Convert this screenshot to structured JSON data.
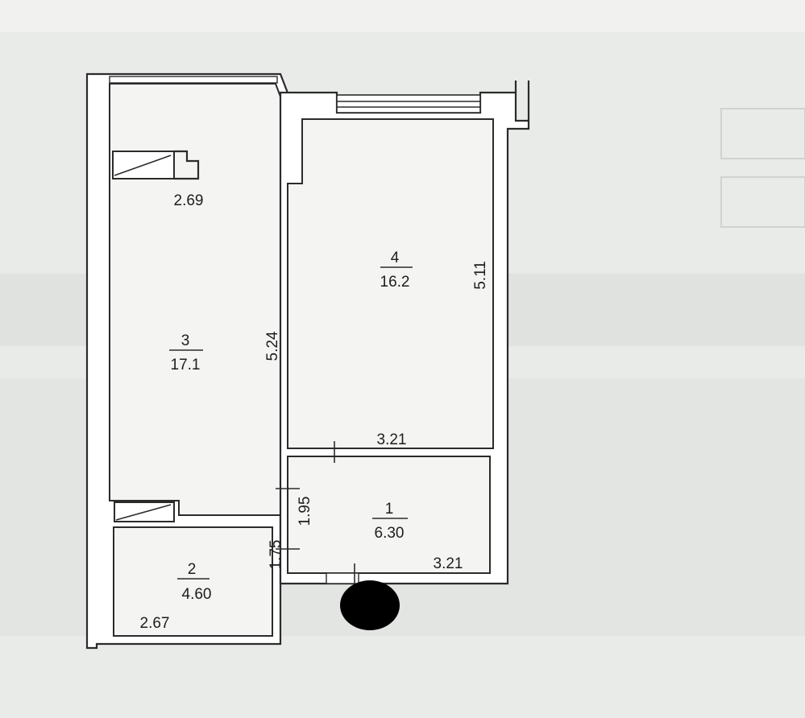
{
  "rooms": [
    {
      "number": "1",
      "area": "6.30"
    },
    {
      "number": "2",
      "area": "4.60"
    },
    {
      "number": "3",
      "area": "17.1"
    },
    {
      "number": "4",
      "area": "16.2"
    }
  ],
  "dimensions": {
    "room3_width": "2.69",
    "room3_height": "5.24",
    "room4_height": "5.11",
    "room4_width": "3.21",
    "room1_height": "1.95",
    "room1_width": "3.21",
    "room2_height": "1.75",
    "room2_width": "2.67"
  },
  "colors": {
    "paper": "#e9ebe8",
    "walls": "#2b2b2b",
    "redaction": "#000000"
  }
}
